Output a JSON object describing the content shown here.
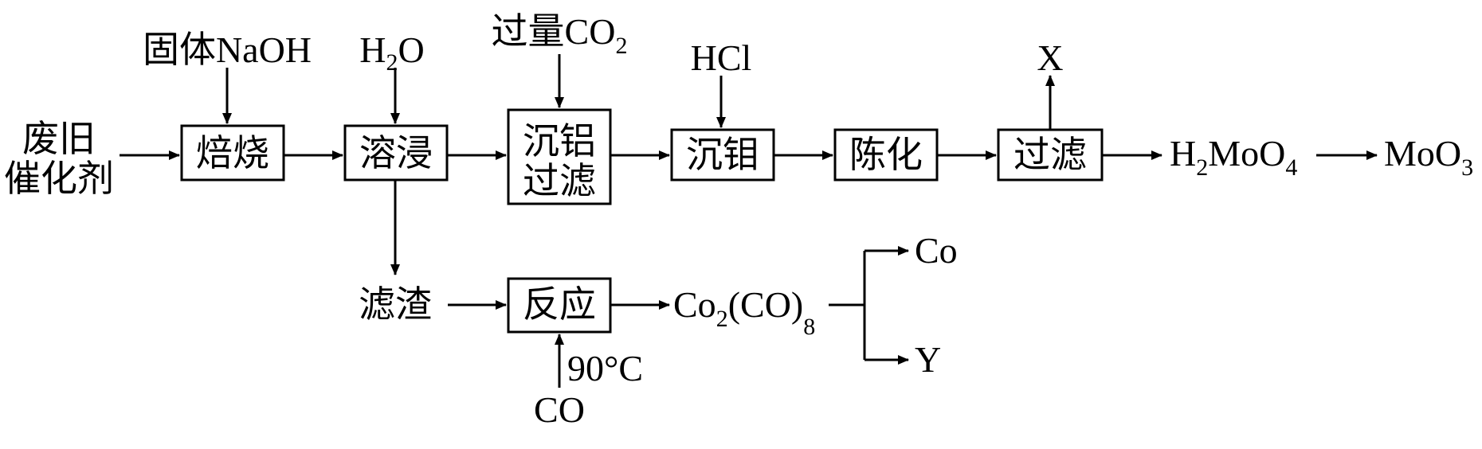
{
  "inputs": {
    "feed_line1": "废旧",
    "feed_line2": "催化剂",
    "naoh": "固体NaOH",
    "water_pre": "H",
    "water_sub": "2",
    "water_post": "O",
    "co2_pre": "过量CO",
    "co2_sub": "2",
    "hcl": "HCl",
    "co_gas": "CO",
    "temperature": "90°C"
  },
  "steps": {
    "roast": "焙烧",
    "leach": "溶浸",
    "al_filter_line1": "沉铝",
    "al_filter_line2": "过滤",
    "mo_precip": "沉钼",
    "aging": "陈化",
    "filter": "过滤",
    "react": "反应"
  },
  "products": {
    "x": "X",
    "h2moo4_a": "H",
    "h2moo4_sub1": "2",
    "h2moo4_b": "MoO",
    "h2moo4_sub2": "4",
    "moo3_a": "MoO",
    "moo3_sub": "3",
    "residue": "滤渣",
    "coco_a": "Co",
    "coco_sub1": "2",
    "coco_b": "(CO)",
    "coco_sub2": "8",
    "co_metal": "Co",
    "y": "Y"
  }
}
